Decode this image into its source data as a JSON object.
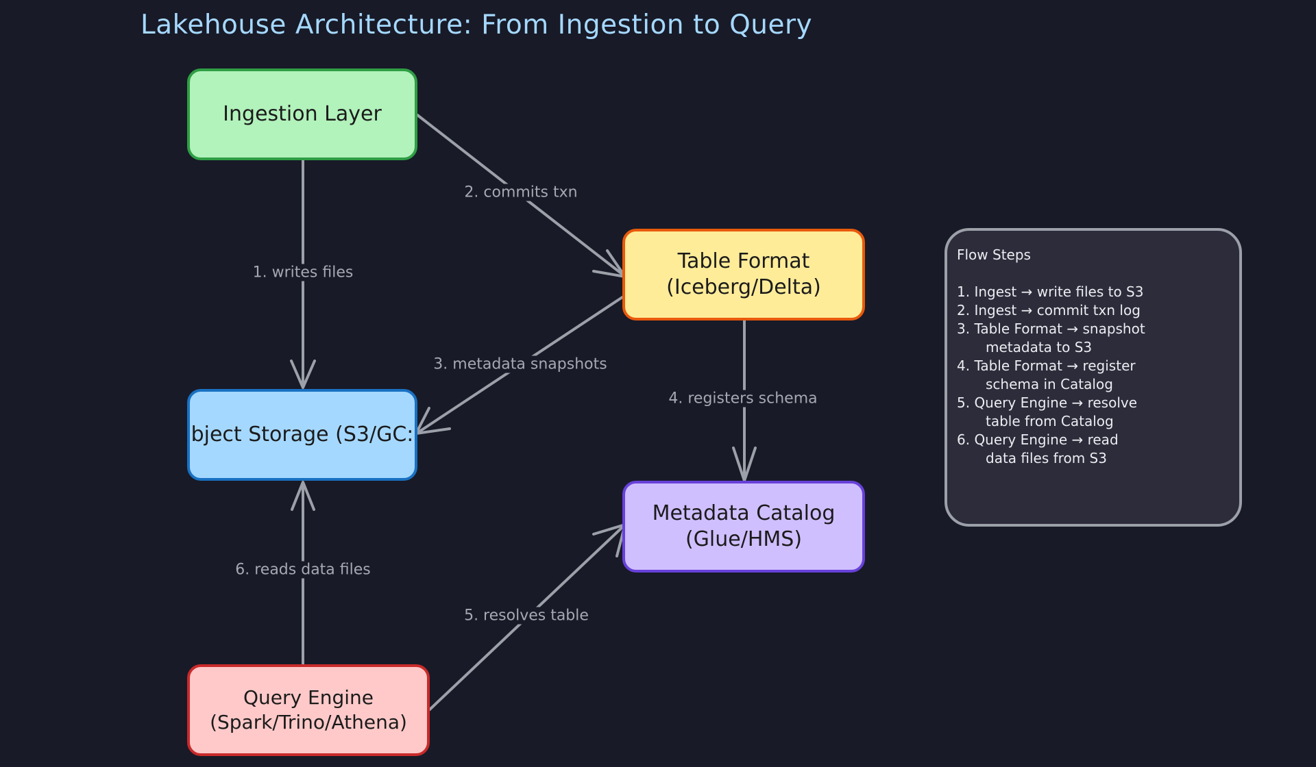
{
  "title": "Lakehouse Architecture: From Ingestion to Query",
  "colors": {
    "background": "#181a27",
    "title": "#a5d8ff",
    "edge": "#9ca0a8",
    "edge_label": "#a6a8b2"
  },
  "nodes": {
    "ingestion": {
      "lines": [
        "Ingestion Layer"
      ],
      "fill": "#b2f2bb",
      "stroke": "#2f9e44"
    },
    "table_format": {
      "lines": [
        "Table Format",
        "(Iceberg/Delta)"
      ],
      "fill": "#ffec99",
      "stroke": "#e8590c"
    },
    "object_storage": {
      "lines": [
        "bject Storage (S3/GC:"
      ],
      "fill": "#a5d8ff",
      "stroke": "#1971c2"
    },
    "metadata_catalog": {
      "lines": [
        "Metadata Catalog",
        "(Glue/HMS)"
      ],
      "fill": "#d0bfff",
      "stroke": "#6741d9"
    },
    "query_engine": {
      "lines": [
        "Query Engine",
        "(Spark/Trino/Athena)"
      ],
      "fill": "#ffc9c9",
      "stroke": "#c92a2a"
    }
  },
  "edges": [
    {
      "from": "ingestion",
      "to": "object_storage",
      "label": "1. writes files"
    },
    {
      "from": "ingestion",
      "to": "table_format",
      "label": "2. commits txn"
    },
    {
      "from": "table_format",
      "to": "object_storage",
      "label": "3. metadata snapshots"
    },
    {
      "from": "table_format",
      "to": "metadata_catalog",
      "label": "4. registers schema"
    },
    {
      "from": "query_engine",
      "to": "metadata_catalog",
      "label": "5. resolves table"
    },
    {
      "from": "query_engine",
      "to": "object_storage",
      "label": "6. reads data files"
    }
  ],
  "legend": {
    "title": "Flow Steps",
    "steps": [
      [
        "1. Ingest → write files to S3"
      ],
      [
        "2. Ingest → commit txn log"
      ],
      [
        "3. Table Format → snapshot",
        "metadata to S3"
      ],
      [
        "4. Table Format → register",
        "schema in Catalog"
      ],
      [
        "5. Query Engine → resolve",
        "table from Catalog"
      ],
      [
        "6. Query Engine → read",
        "data files from S3"
      ]
    ]
  }
}
